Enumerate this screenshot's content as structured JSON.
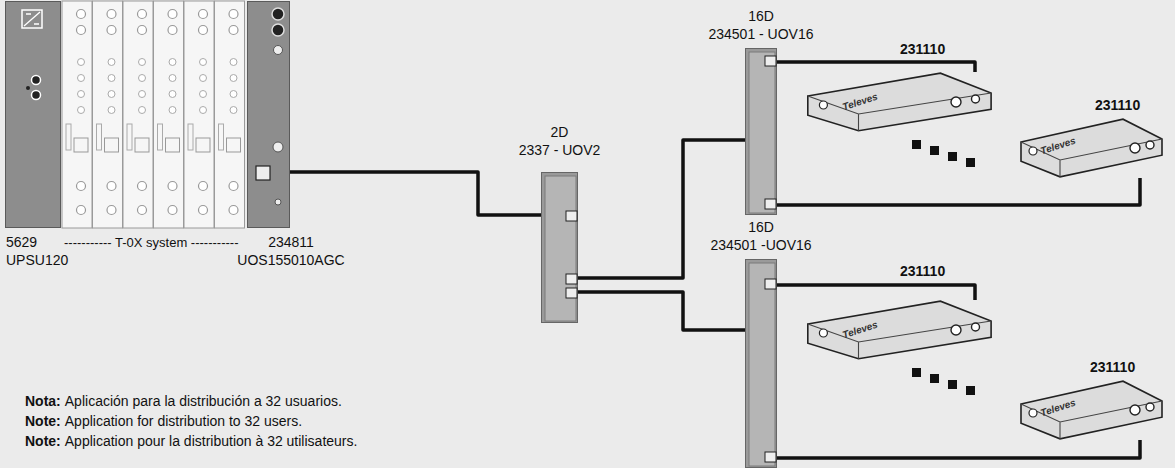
{
  "diagram": {
    "nodes": [
      {
        "text": [
          "5629 UPSU120"
        ]
      },
      {
        "text": [
          "234811 UOS155010AGC"
        ]
      },
      {
        "text": [
          "2D",
          "2337 - UOV2"
        ]
      },
      {
        "text": [
          "16D",
          "234501 - UOV16"
        ]
      },
      {
        "text": [
          "231110"
        ]
      },
      {
        "text": [
          "231110"
        ]
      },
      {
        "text": [
          "16D",
          "234501 -UOV16"
        ]
      },
      {
        "text": [
          "231110"
        ]
      },
      {
        "text": [
          "231110"
        ]
      }
    ],
    "edges": [
      {
        "from": 1,
        "to": 2,
        "arrow": "none"
      },
      {
        "from": 2,
        "to": 3,
        "arrow": "none"
      },
      {
        "from": 2,
        "to": 6,
        "arrow": "none"
      },
      {
        "from": 3,
        "to": 4,
        "arrow": "none"
      },
      {
        "from": 3,
        "to": 5,
        "arrow": "none"
      },
      {
        "from": 6,
        "to": 7,
        "arrow": "none"
      },
      {
        "from": 6,
        "to": 8,
        "arrow": "none"
      }
    ],
    "labels": [
      "----------- T-0X system -----------",
      "Nota:",
      "Aplicación para la distribución a 32 usuarios.",
      "Note:",
      "Application for distribution to 32 users.",
      "Note:",
      "Application pour la distribution à 32 utilisateurs.",
      "Televes",
      "Televes",
      "Televes",
      "Televes"
    ]
  }
}
